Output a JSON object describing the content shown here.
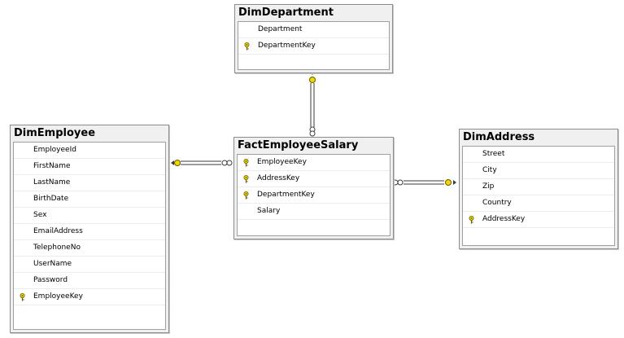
{
  "tables": {
    "dept": {
      "title": "DimDepartment",
      "columns": [
        {
          "name": "Department",
          "pk": false
        },
        {
          "name": "DepartmentKey",
          "pk": true
        }
      ]
    },
    "employee": {
      "title": "DimEmployee",
      "columns": [
        {
          "name": "EmployeeId",
          "pk": false
        },
        {
          "name": "FirstName",
          "pk": false
        },
        {
          "name": "LastName",
          "pk": false
        },
        {
          "name": "BirthDate",
          "pk": false
        },
        {
          "name": "Sex",
          "pk": false
        },
        {
          "name": "EmailAddress",
          "pk": false
        },
        {
          "name": "TelephoneNo",
          "pk": false
        },
        {
          "name": "UserName",
          "pk": false
        },
        {
          "name": "Password",
          "pk": false
        },
        {
          "name": "EmployeeKey",
          "pk": true
        }
      ]
    },
    "fact": {
      "title": "FactEmployeeSalary",
      "columns": [
        {
          "name": "EmployeeKey",
          "pk": true
        },
        {
          "name": "AddressKey",
          "pk": true
        },
        {
          "name": "DepartmentKey",
          "pk": true
        },
        {
          "name": "Salary",
          "pk": false
        }
      ]
    },
    "address": {
      "title": "DimAddress",
      "columns": [
        {
          "name": "Street",
          "pk": false
        },
        {
          "name": "City",
          "pk": false
        },
        {
          "name": "Zip",
          "pk": false
        },
        {
          "name": "Country",
          "pk": false
        },
        {
          "name": "AddressKey",
          "pk": true
        }
      ]
    }
  },
  "icons": {
    "primary_key": "key-icon"
  },
  "colors": {
    "key_fill": "#f0d800",
    "key_stroke": "#6b5a00",
    "connector": "#3a3a3a"
  }
}
